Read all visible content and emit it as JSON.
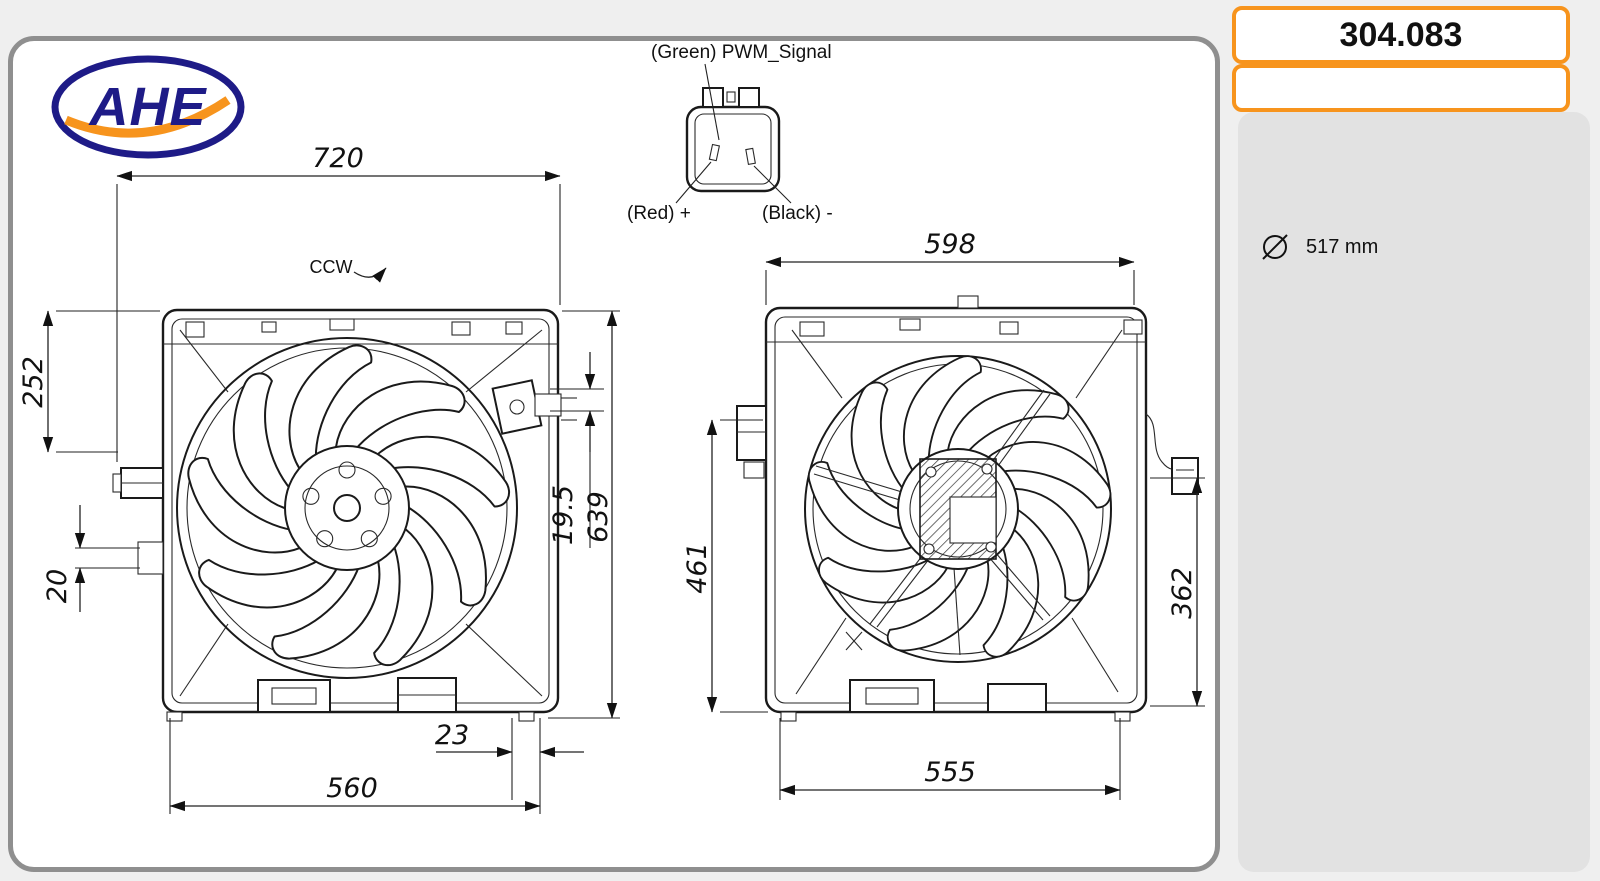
{
  "brand": {
    "name": "AHE"
  },
  "header": {
    "part_number": "304.083"
  },
  "sidebar": {
    "diameter": "517 mm"
  },
  "connector_detail": {
    "pwm": "(Green) PWM_Signal",
    "plus": "(Red) +",
    "minus": "(Black) -"
  },
  "front_view": {
    "dims": {
      "overall_width": "720",
      "rotation": "CCW",
      "upper_left": "252",
      "lower_left": "20",
      "depth": "19.5",
      "overall_height": "639",
      "foot_offset": "23",
      "mount_width": "560"
    }
  },
  "rear_view": {
    "dims": {
      "overall_width": "598",
      "height_left": "461",
      "height_right": "362",
      "mount_width": "555"
    }
  }
}
